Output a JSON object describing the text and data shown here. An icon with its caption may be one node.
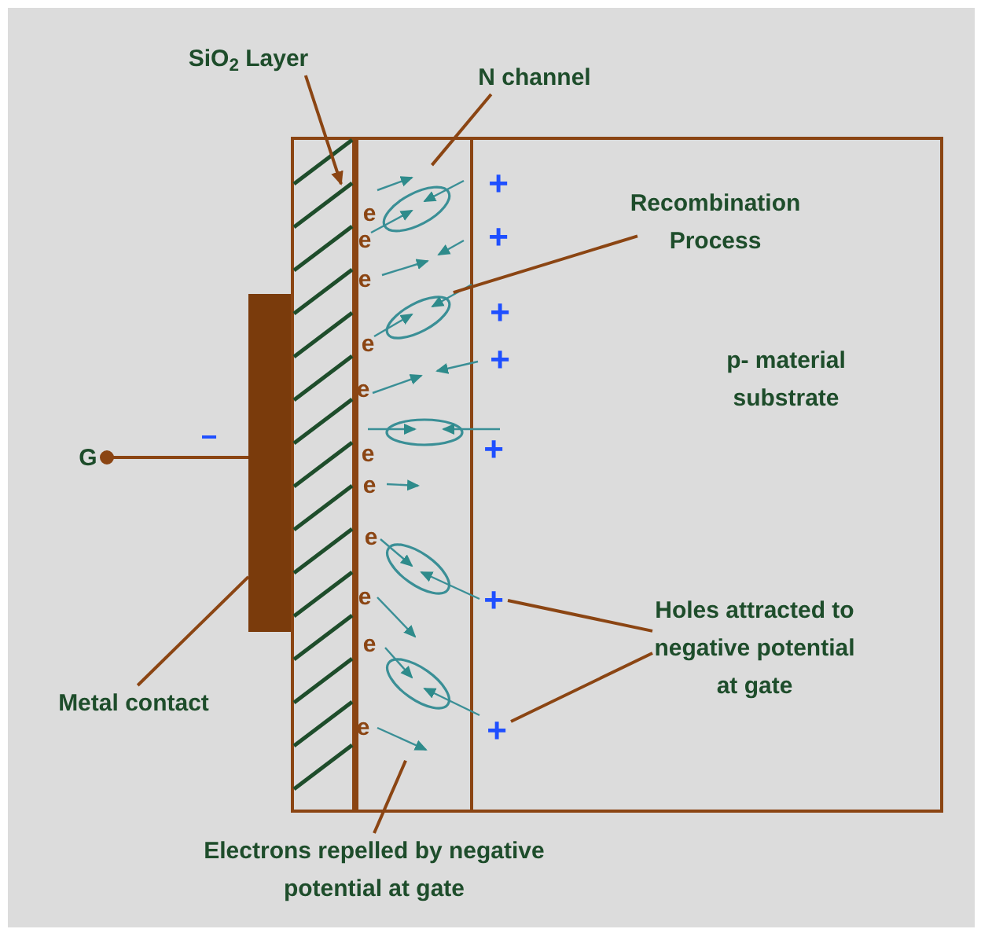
{
  "diagram": {
    "nodes": [
      {
        "text": [
          "SiO$_{2}$ Layer"
        ]
      },
      {
        "text": [
          "N channel"
        ]
      },
      {
        "text": [
          "p- material substrate"
        ]
      },
      {
        "text": [],
        "shape": "box",
        "in": 2
      },
      {
        "text": [],
        "shape": "box",
        "in": 2
      },
      {
        "text": [],
        "shape": "ellipse",
        "in": 4
      },
      {
        "text": [
          "Recombination Process"
        ],
        "in": 2
      },
      {
        "text": [
          "+"
        ],
        "in": 2
      },
      {
        "text": [
          "+"
        ],
        "in": 2
      },
      {
        "text": [
          "Holes attracted to negative potential at gate"
        ],
        "in": 2
      },
      {
        "text": [
          "G"
        ]
      },
      {
        "text": [],
        "shape": "box"
      },
      {
        "text": [
          "Metal contact"
        ]
      },
      {
        "text": [
          "Electrons repelled by negative potential at gate"
        ]
      }
    ],
    "edges": [
      {
        "from": 0,
        "to": 3,
        "arrow": "to"
      },
      {
        "from": 1,
        "to": 4,
        "arrow": "none"
      },
      {
        "from": 6,
        "to": 5,
        "arrow": "none"
      },
      {
        "from": 10,
        "to": 11,
        "arrow": "other"
      },
      {
        "from": 12,
        "to": 11,
        "arrow": "none"
      },
      {
        "from": 9,
        "to": 7,
        "arrow": "none"
      },
      {
        "from": 9,
        "to": 8,
        "arrow": "none"
      },
      {
        "from": 13,
        "to": 4,
        "arrow": "none"
      }
    ],
    "labels": [
      "−",
      "e",
      "e",
      "e",
      "e",
      "e",
      "e",
      "e",
      "e",
      "e",
      "e",
      "e",
      "+",
      "+",
      "+",
      "+",
      "+"
    ]
  }
}
